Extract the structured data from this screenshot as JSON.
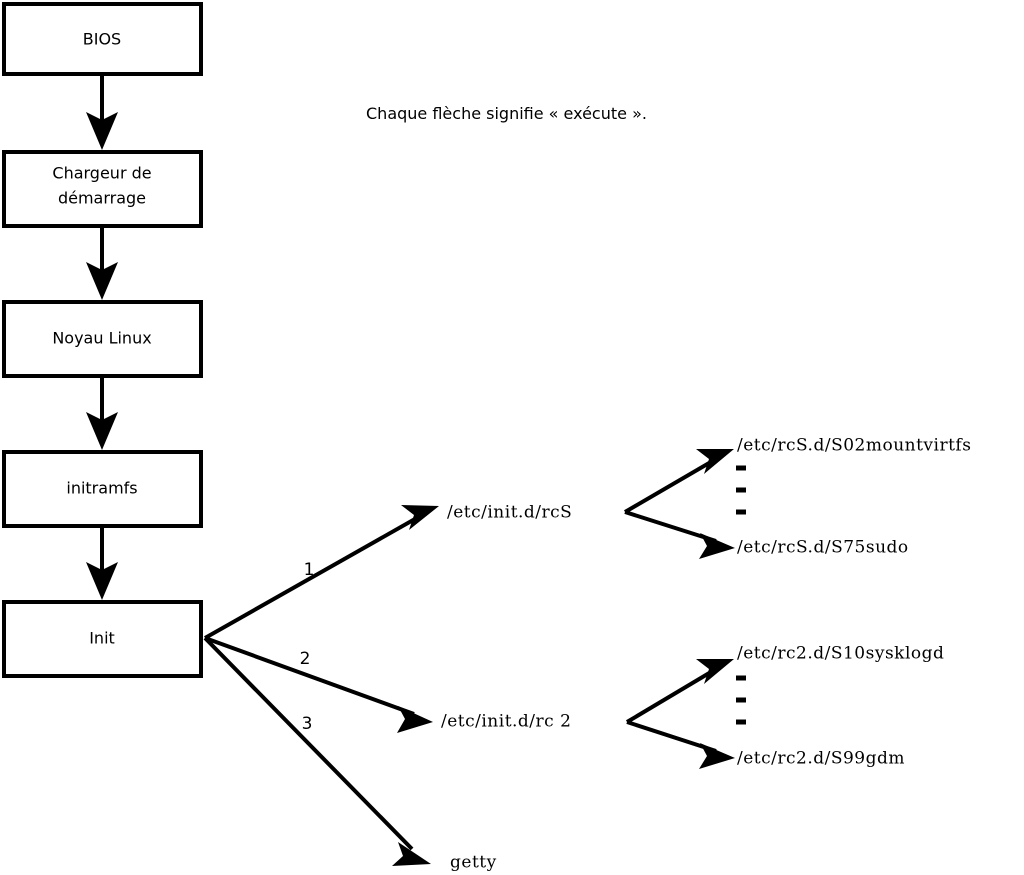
{
  "diagram": {
    "caption": "Chaque flèche signifie « exécute ».",
    "boot_chain": [
      {
        "id": "bios",
        "label": "BIOS",
        "lines": [
          "BIOS"
        ]
      },
      {
        "id": "bootloader",
        "label": "Chargeur de démarrage",
        "lines": [
          "Chargeur de",
          "démarrage"
        ]
      },
      {
        "id": "kernel",
        "label": "Noyau Linux",
        "lines": [
          "Noyau Linux"
        ]
      },
      {
        "id": "initramfs",
        "label": "initramfs",
        "lines": [
          "initramfs"
        ]
      },
      {
        "id": "init",
        "label": "Init",
        "lines": [
          "Init"
        ]
      }
    ],
    "init_branches": [
      {
        "number": "1",
        "target": "/etc/init.d/rcS"
      },
      {
        "number": "2",
        "target": "/etc/init.d/rc 2"
      },
      {
        "number": "3",
        "target": "getty"
      }
    ],
    "rcs_scripts": {
      "parent": "/etc/init.d/rcS",
      "first": "/etc/rcS.d/S02mountvirtfs",
      "last": "/etc/rcS.d/S75sudo",
      "ellipsis": [
        "-",
        "-",
        "-"
      ]
    },
    "rc2_scripts": {
      "parent": "/etc/init.d/rc 2",
      "first": "/etc/rc2.d/S10sysklogd",
      "last": "/etc/rc2.d/S99gdm",
      "ellipsis": [
        "-",
        "-",
        "-"
      ]
    },
    "getty": {
      "label": "getty"
    },
    "colors": {
      "stroke": "#000000",
      "background": "#ffffff",
      "text": "#000000"
    }
  }
}
